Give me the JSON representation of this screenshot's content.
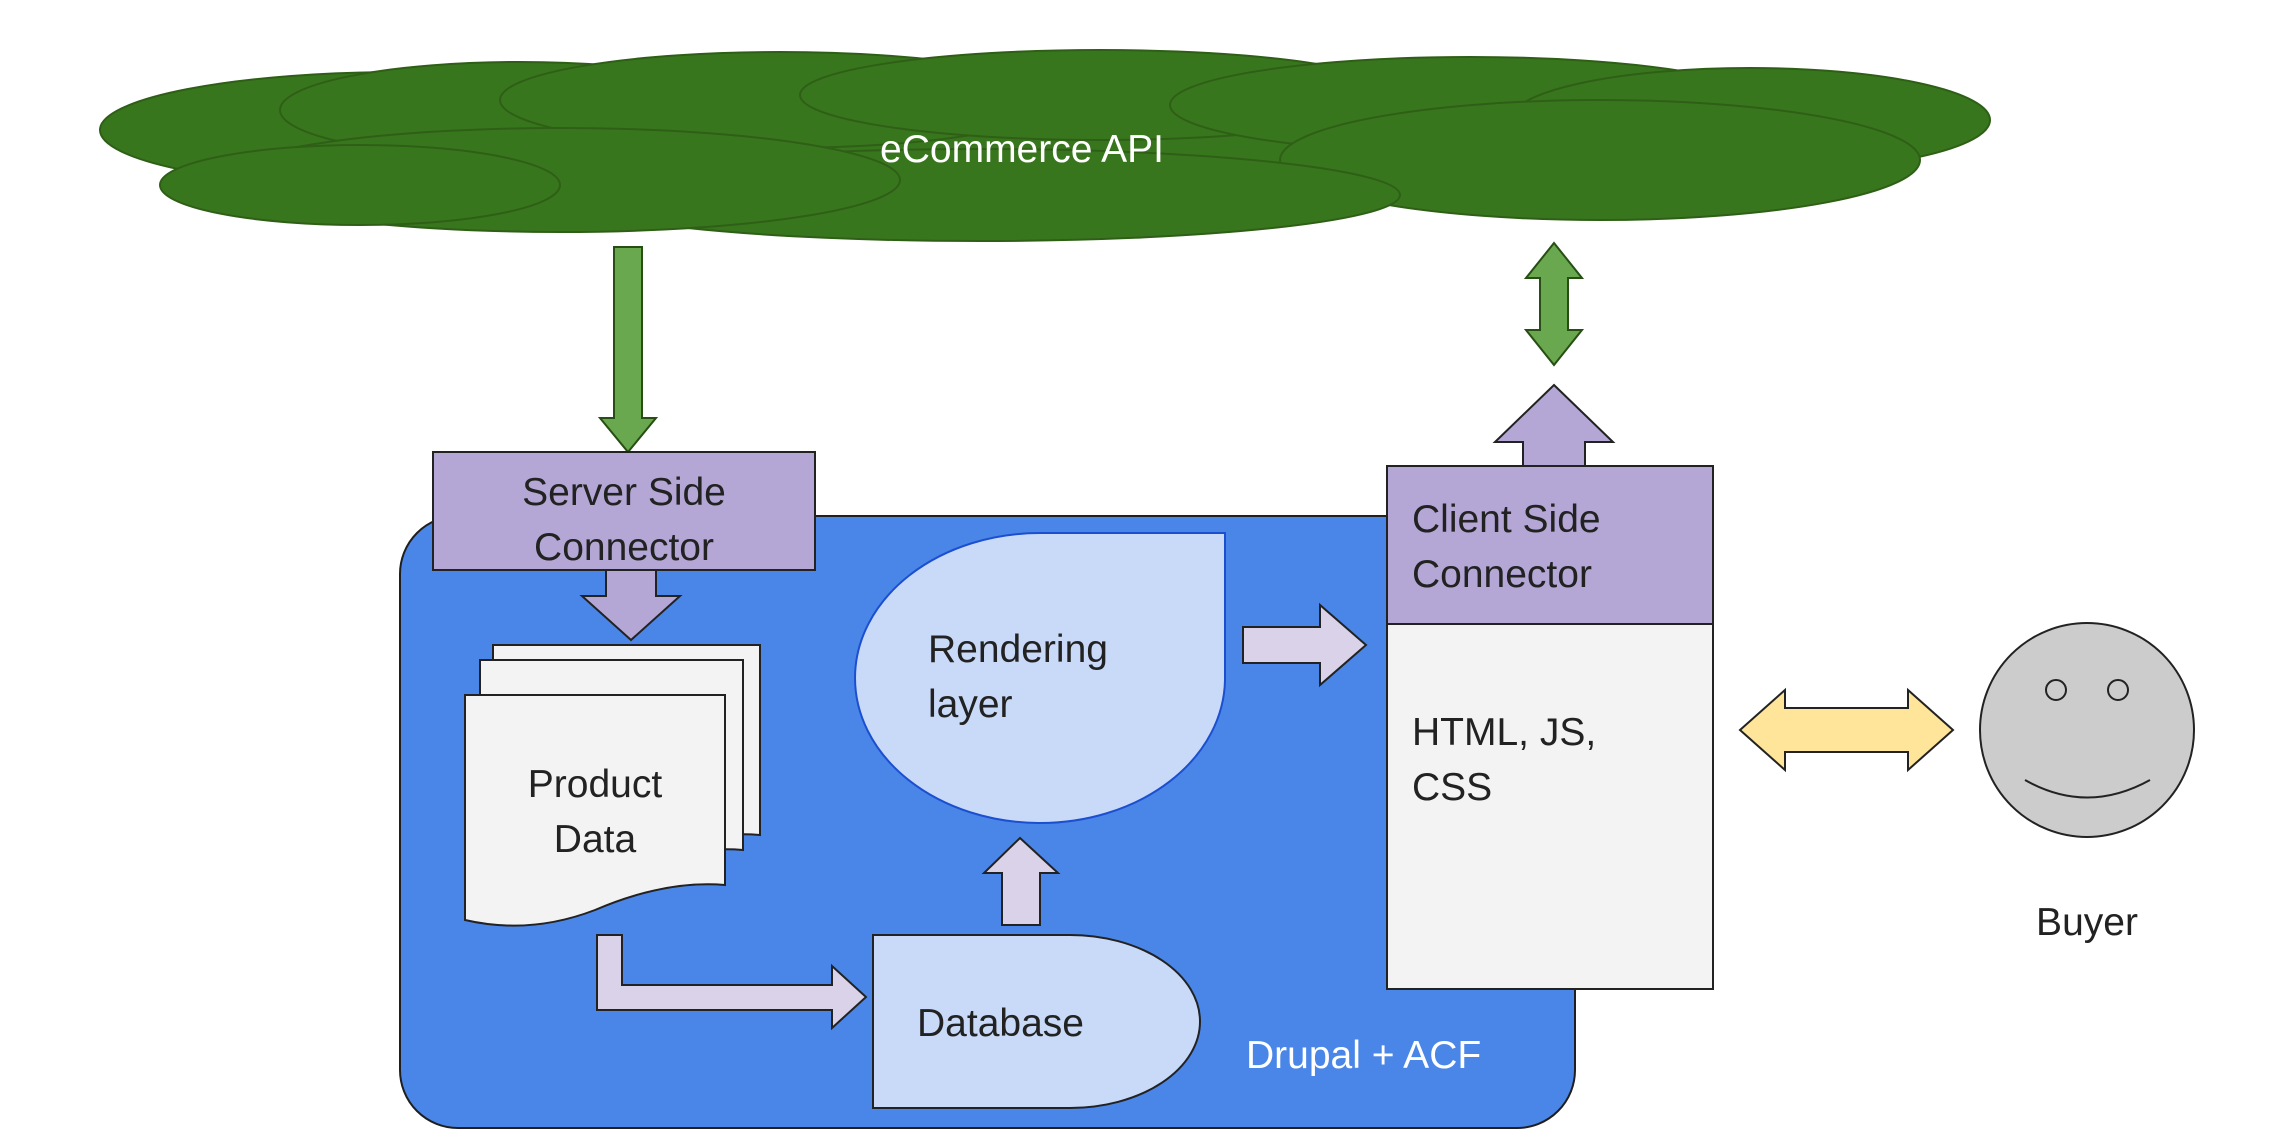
{
  "cloud": {
    "label": "eCommerce API"
  },
  "server_connector": {
    "line1": "Server Side",
    "line2": "Connector"
  },
  "product_data": {
    "line1": "Product",
    "line2": "Data"
  },
  "rendering_layer": {
    "line1": "Rendering",
    "line2": "layer"
  },
  "database": {
    "label": "Database"
  },
  "client_connector": {
    "line1": "Client Side",
    "line2": "Connector"
  },
  "client_output": {
    "line1": "HTML, JS,",
    "line2": "CSS"
  },
  "platform": {
    "label": "Drupal + ACF"
  },
  "buyer": {
    "label": "Buyer"
  },
  "colors": {
    "cloud": "#38761d",
    "platform": "#4a86e8",
    "connector": "#b4a7d6",
    "light_blue": "#c9daf8",
    "green_arrow": "#6aa84f",
    "lavender_arrow": "#d9d2e9",
    "yellow_arrow": "#ffe599",
    "page": "#f3f3f3",
    "face": "#cccccc"
  }
}
